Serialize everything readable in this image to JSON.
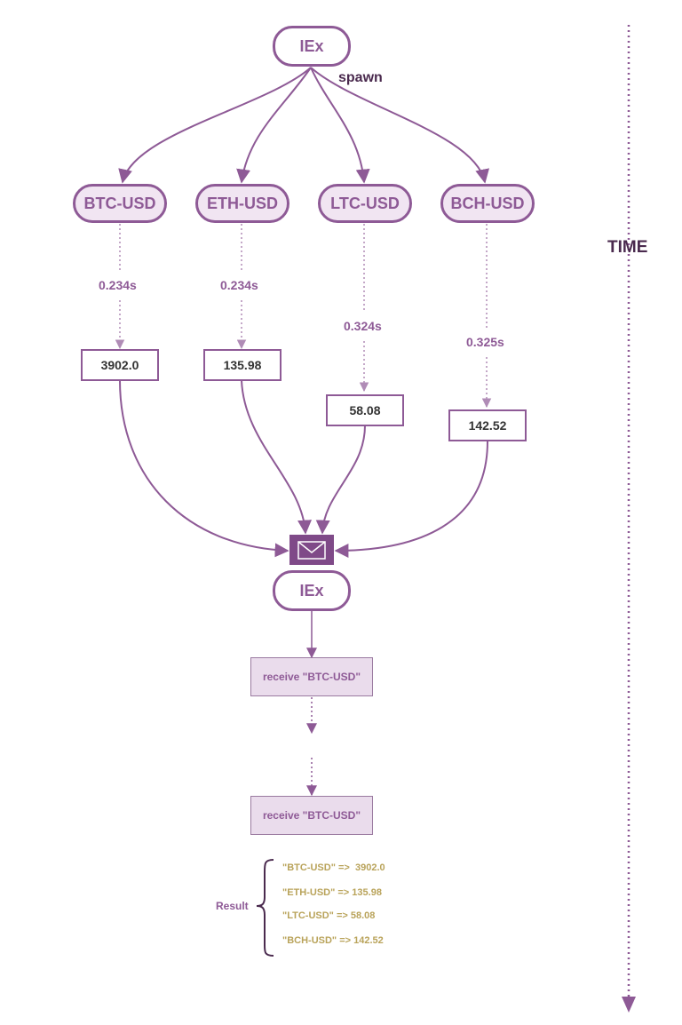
{
  "root": {
    "label": "IEx"
  },
  "spawn_label": "spawn",
  "time_label": "TIME",
  "tasks": [
    {
      "label": "BTC-USD",
      "duration": "0.234s",
      "value": "3902.0"
    },
    {
      "label": "ETH-USD",
      "duration": "0.234s",
      "value": "135.98"
    },
    {
      "label": "LTC-USD",
      "duration": "0.324s",
      "value": "58.08"
    },
    {
      "label": "BCH-USD",
      "duration": "0.325s",
      "value": "142.52"
    }
  ],
  "mailbox_icon": "envelope-icon",
  "receiver": {
    "label": "IEx"
  },
  "receive_steps": [
    {
      "label": "receive \"BTC-USD\""
    },
    {
      "label": "receive \"BTC-USD\""
    }
  ],
  "result": {
    "label": "Result",
    "entries": [
      {
        "key": "\"BTC-USD\" =>",
        "value": "3902.0"
      },
      {
        "key": "\"ETH-USD\" =>",
        "value": "135.98"
      },
      {
        "key": "\"LTC-USD\" =>",
        "value": "58.08"
      },
      {
        "key": "\"BCH-USD\" =>",
        "value": "142.52"
      }
    ]
  },
  "colors": {
    "accent": "#8e5a96",
    "accent_light": "#f1e5f2",
    "result_text": "#b9a35a",
    "dark": "#4a2a4e"
  }
}
